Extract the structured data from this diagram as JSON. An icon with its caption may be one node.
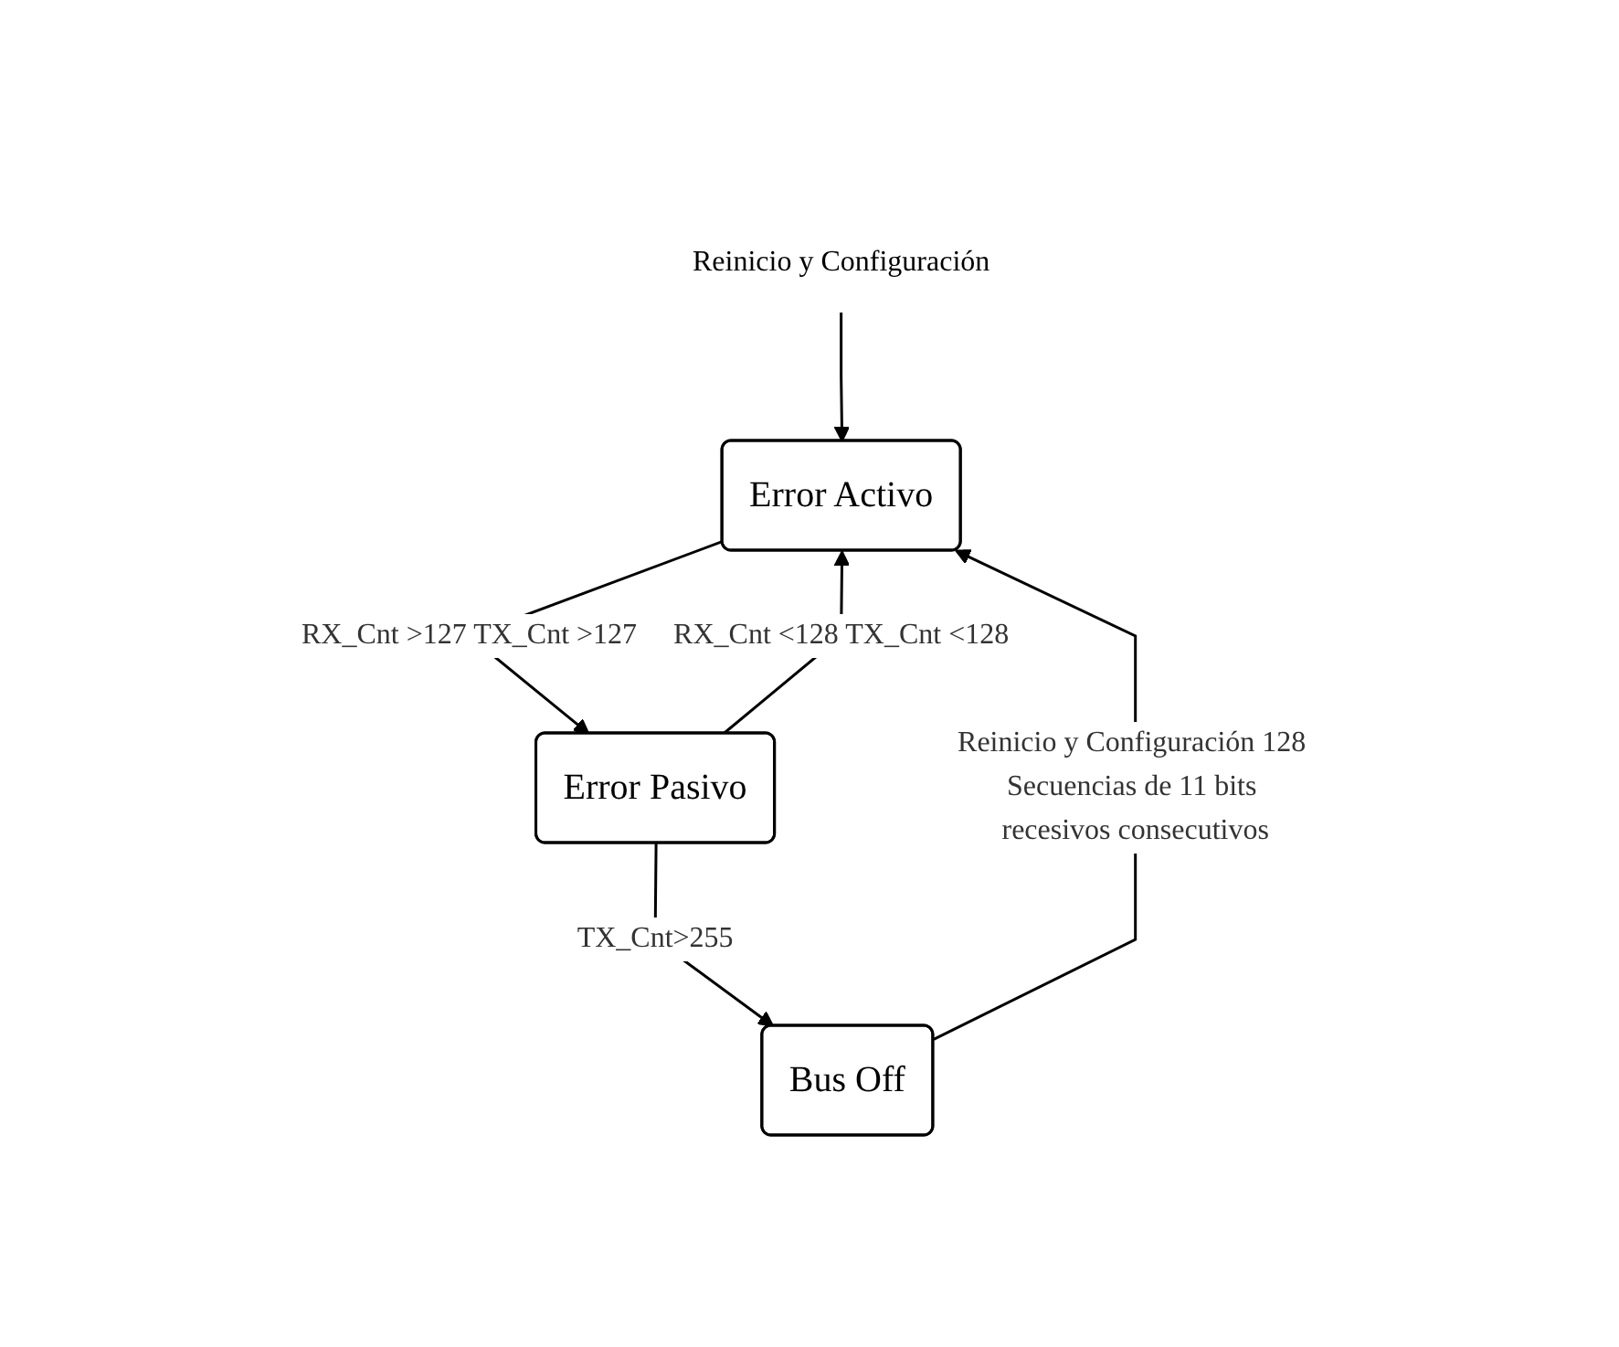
{
  "diagram": {
    "nodes": [
      {
        "text": [
          "Reinicio y Configuración"
        ]
      },
      {
        "text": [
          "Error Activo"
        ]
      },
      {
        "text": [
          "Error Pasivo"
        ]
      },
      {
        "text": [
          "Bus Off"
        ]
      }
    ],
    "edges": [
      {
        "from": 0,
        "to": 1,
        "arrow": "to"
      },
      {
        "from": 2,
        "to": 1,
        "arrow": "to",
        "label": "RX_Cnt <128 TX_Cnt <128"
      },
      {
        "from": 1,
        "to": 2,
        "arrow": "to",
        "label": "RX_Cnt >127 TX_Cnt >127"
      },
      {
        "from": 2,
        "to": 3,
        "arrow": "to",
        "label": "TX_Cnt>255"
      },
      {
        "from": 3,
        "to": 1,
        "arrow": "to",
        "label": "Reinicio y Configuración 128 Secuencias de 11 bits recesivos consecutivos"
      }
    ]
  }
}
